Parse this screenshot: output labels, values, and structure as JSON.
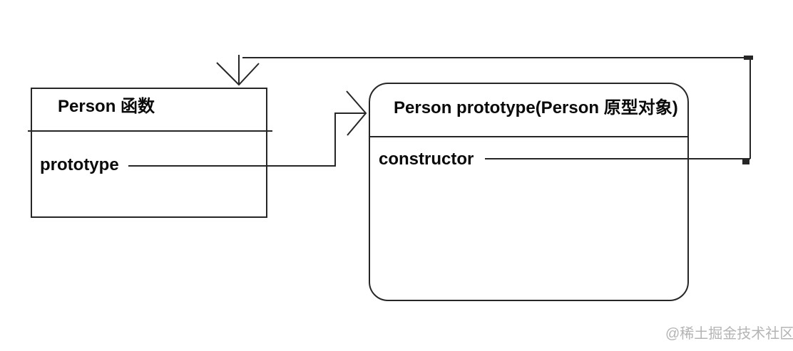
{
  "colors": {
    "background": "#ffffff",
    "line": "#262626",
    "text": "#0a0a0a",
    "watermark": "#b4b4b4"
  },
  "left_box": {
    "title": "Person 函数",
    "member": "prototype"
  },
  "right_box": {
    "title": "Person prototype(Person 原型对象)",
    "member": "constructor"
  },
  "relations": [
    {
      "from": "Person 函数 . prototype",
      "to": "Person prototype(Person 原型对象)",
      "style": "elbow line with open chevron arrowhead pointing right into left edge of right box"
    },
    {
      "from": "Person prototype(Person 原型对象) . constructor",
      "to": "Person 函数",
      "style": "elbow line routed right and over the top, open chevron arrowhead pointing down into top edge of left box"
    }
  ],
  "watermark": {
    "text": "@稀土掘金技术社区"
  }
}
